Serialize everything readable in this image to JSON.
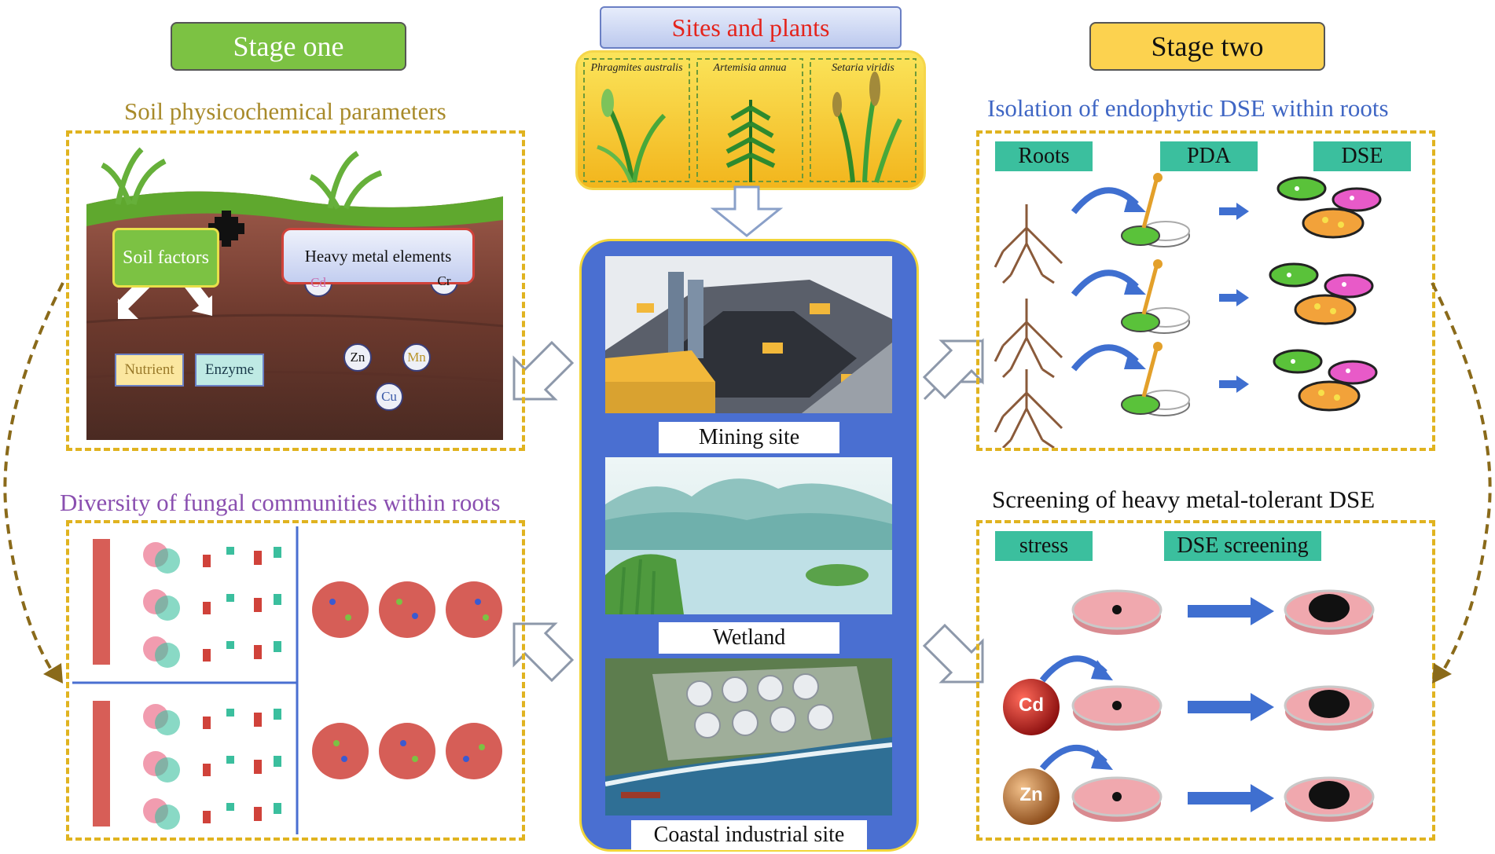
{
  "stage_one": {
    "label": "Stage one",
    "color": "#7cc243"
  },
  "stage_two": {
    "label": "Stage two",
    "color": "#fcd24f"
  },
  "sites_header": "Sites and plants",
  "plants": [
    "Phragmites australis",
    "Artemisia annua",
    "Setaria viridis"
  ],
  "sites": [
    "Mining site",
    "Wetland",
    "Coastal industrial site"
  ],
  "soil": {
    "title": "Soil physicochemical parameters",
    "soil_factors": "Soil factors",
    "heavy_metal": "Heavy metal elements",
    "nutrient": "Nutrient",
    "enzyme": "Enzyme",
    "metals": [
      "Cd",
      "Cr",
      "Zn",
      "Mn",
      "Cu"
    ]
  },
  "isolation": {
    "title": "Isolation of endophytic DSE within roots",
    "headers": [
      "Roots",
      "PDA",
      "DSE"
    ]
  },
  "diversity": {
    "title": "Diversity of fungal communities within roots"
  },
  "screening": {
    "title": "Screening of heavy metal-tolerant DSE",
    "headers": [
      "stress",
      "DSE screening"
    ],
    "metals": [
      "Cd",
      "Zn"
    ]
  },
  "colors": {
    "dash": "#e0b320",
    "center_panel": "#4a6fd1",
    "teal_tag": "#3bbf9e",
    "arrow_blue": "#3f6fd0",
    "title_soil": "#a88a2a",
    "title_isolation": "#3f66c4",
    "title_diversity": "#8a4fb0"
  }
}
